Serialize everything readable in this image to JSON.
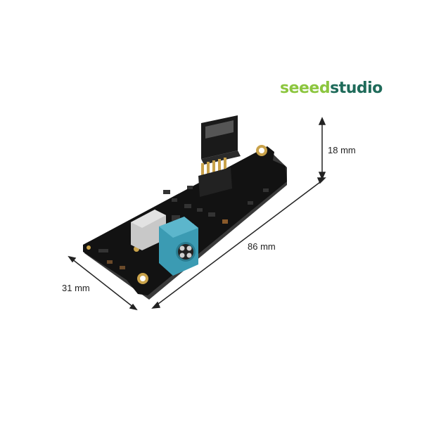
{
  "brand": {
    "part1": "seeed",
    "part2": "studio",
    "color1": "#8cc63f",
    "color2": "#1f6b5a"
  },
  "dimensions": {
    "height": "18 mm",
    "length": "86 mm",
    "width": "31 mm"
  },
  "colors": {
    "pcb": "#111111",
    "connector": "#3b9bb3",
    "pads": "#c9a24a"
  }
}
